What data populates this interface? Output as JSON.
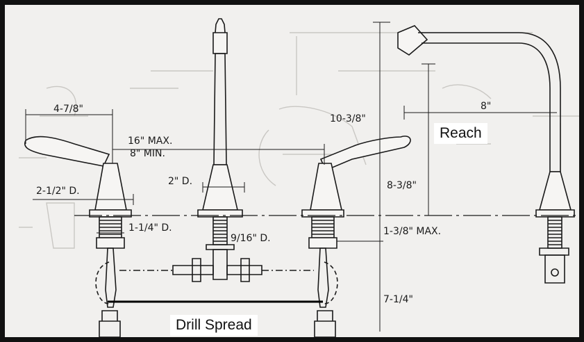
{
  "dimensions": {
    "handle_width": "4-7/8\"",
    "spread_max": "16\" MAX.",
    "spread_min": "8\" MIN.",
    "spout_height": "10-3/8\"",
    "reach_width": "8\"",
    "escutcheon_dia": "2-1/2\" D.",
    "spout_base_dia": "2\" D.",
    "spout_clearance": "8-3/8\"",
    "shank_dia": "1-1/4\" D.",
    "spout_shank_dia": "9/16\" D.",
    "deck_thickness": "1-3/8\" MAX.",
    "shank_length": "7-1/4\""
  },
  "callouts": {
    "reach": "Reach",
    "drill_spread": "Drill Spread"
  }
}
